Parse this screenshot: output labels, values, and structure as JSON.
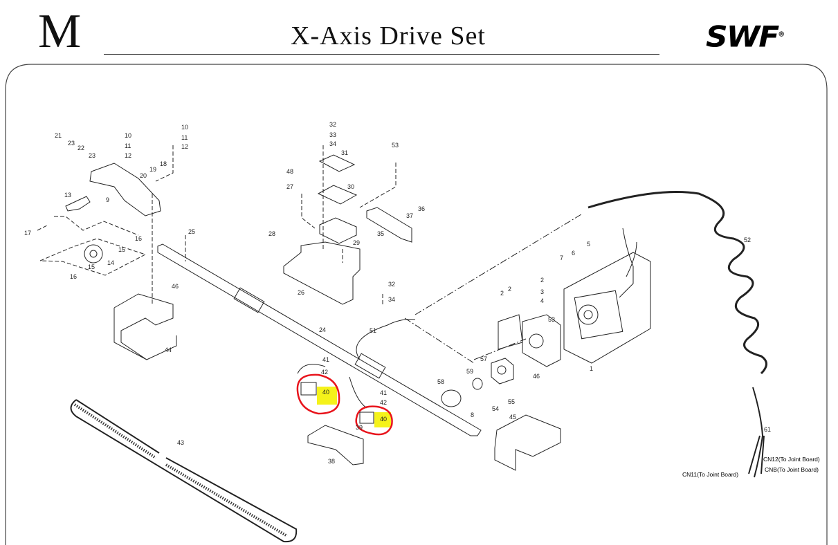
{
  "header": {
    "section_letter": "M",
    "title": "X-Axis Drive Set",
    "brand_logo": "SWF"
  },
  "labels": [
    "21",
    "23",
    "22",
    "23",
    "10",
    "11",
    "12",
    "10",
    "11",
    "12",
    "18",
    "19",
    "20",
    "9",
    "13",
    "17",
    "16",
    "15",
    "14",
    "15",
    "16",
    "25",
    "46",
    "44",
    "32",
    "33",
    "34",
    "31",
    "48",
    "27",
    "30",
    "53",
    "36",
    "37",
    "35",
    "28",
    "29",
    "26",
    "32",
    "34",
    "24",
    "51",
    "41",
    "42",
    "40",
    "41",
    "42",
    "40",
    "39",
    "38",
    "43",
    "52",
    "5",
    "6",
    "7",
    "2",
    "3",
    "4",
    "2",
    "2",
    "53",
    "57",
    "59",
    "58",
    "8",
    "55",
    "54",
    "46",
    "45",
    "1",
    "61"
  ],
  "connectors": {
    "cn12": "CN12(To Joint Board)",
    "cn8": "CNB(To Joint Board)",
    "cn11": "CN11(To Joint Board)"
  },
  "annotation_colors": {
    "circle": "#e8141c",
    "highlight": "#f5f21a"
  }
}
